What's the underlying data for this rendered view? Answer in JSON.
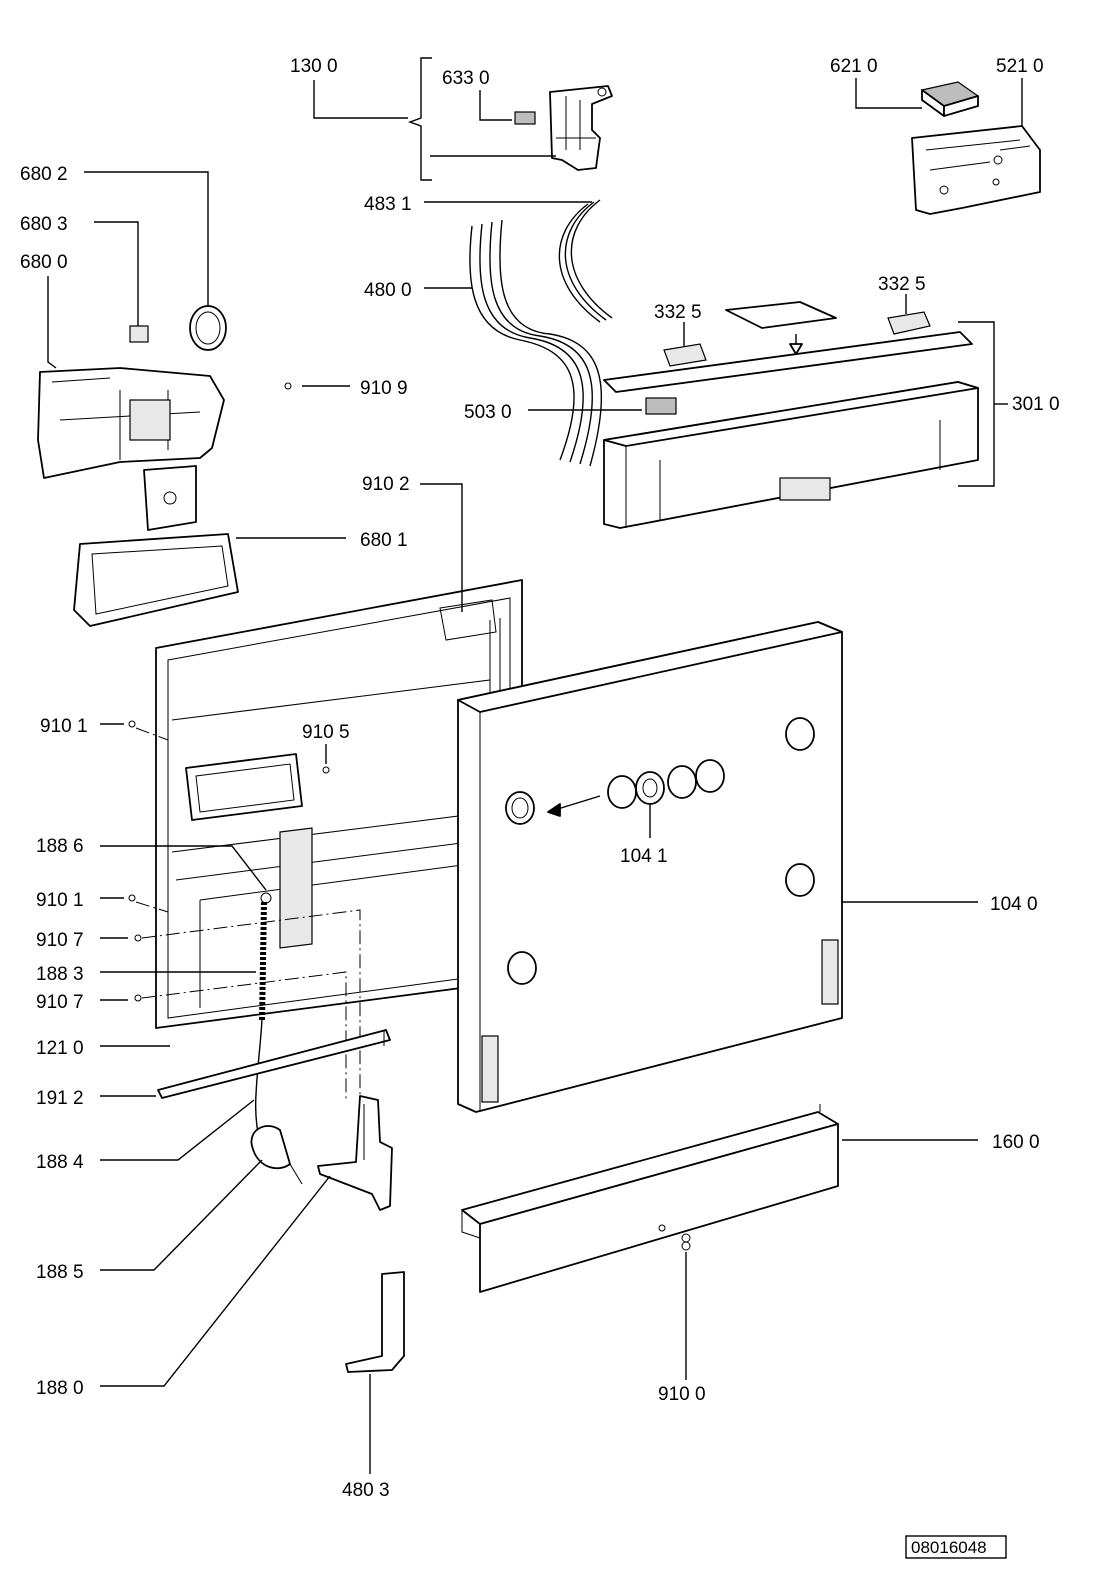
{
  "callouts": {
    "c1300": "130 0",
    "c6330": "633 0",
    "c6210": "621 0",
    "c5210": "521 0",
    "c6802": "680 2",
    "c6803": "680 3",
    "c6800": "680 0",
    "c4831": "483 1",
    "c4800": "480 0",
    "c3325a": "332  5",
    "c3325b": "332  5",
    "c9109": "910 9",
    "c5030": "503 0",
    "c3010": "301 0",
    "c9102": "910 2",
    "c6801": "680 1",
    "c9101a": "910 1",
    "c9105": "910 5",
    "c1886": "188 6",
    "c1041": "104 1",
    "c9101b": "910 1",
    "c1040": "104 0",
    "c9107a": "910 7",
    "c1883": "188 3",
    "c9107b": "910 7",
    "c1210": "121 0",
    "c1912": "191 2",
    "c1600": "160 0",
    "c1884": "188 4",
    "c1885": "188 5",
    "c1880": "188 0",
    "c9100": "910 0",
    "c4803": "480 3"
  },
  "document_id": "08016048"
}
